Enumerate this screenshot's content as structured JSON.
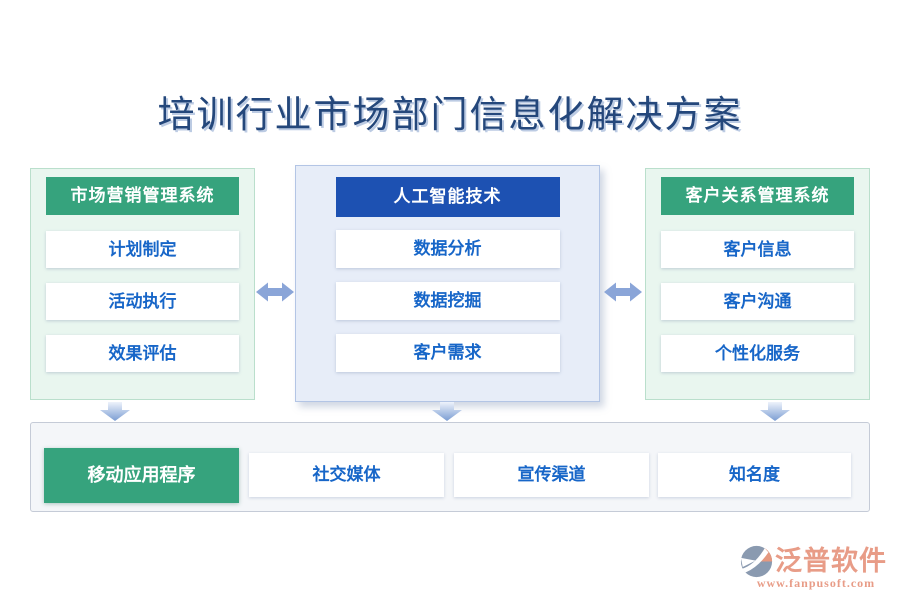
{
  "title": "培训行业市场部门信息化解决方案",
  "columns": [
    {
      "header": "市场营销管理系统",
      "theme": "green",
      "items": [
        "计划制定",
        "活动执行",
        "效果评估"
      ]
    },
    {
      "header": "人工智能技术",
      "theme": "blue",
      "items": [
        "数据分析",
        "数据挖掘",
        "客户需求"
      ]
    },
    {
      "header": "客户关系管理系统",
      "theme": "green",
      "items": [
        "客户信息",
        "客户沟通",
        "个性化服务"
      ]
    }
  ],
  "bottom_bar": {
    "items": [
      {
        "label": "移动应用程序",
        "theme": "green"
      },
      {
        "label": "社交媒体",
        "theme": "white"
      },
      {
        "label": "宣传渠道",
        "theme": "white"
      },
      {
        "label": "知名度",
        "theme": "white"
      }
    ]
  },
  "footer": {
    "brand": "泛普软件",
    "website": "www.fanpusoft.com"
  },
  "colors": {
    "title_text": "#24477b",
    "green_header": "#36a37d",
    "blue_header": "#1d51b2",
    "item_text": "#1766c8",
    "green_panel_bg": "#e9f6ef",
    "blue_panel_bg": "#e7edf8",
    "bottom_bar_bg": "#f4f6f9",
    "arrow": "#8aa5d8",
    "brand_text": "#e89c87"
  }
}
